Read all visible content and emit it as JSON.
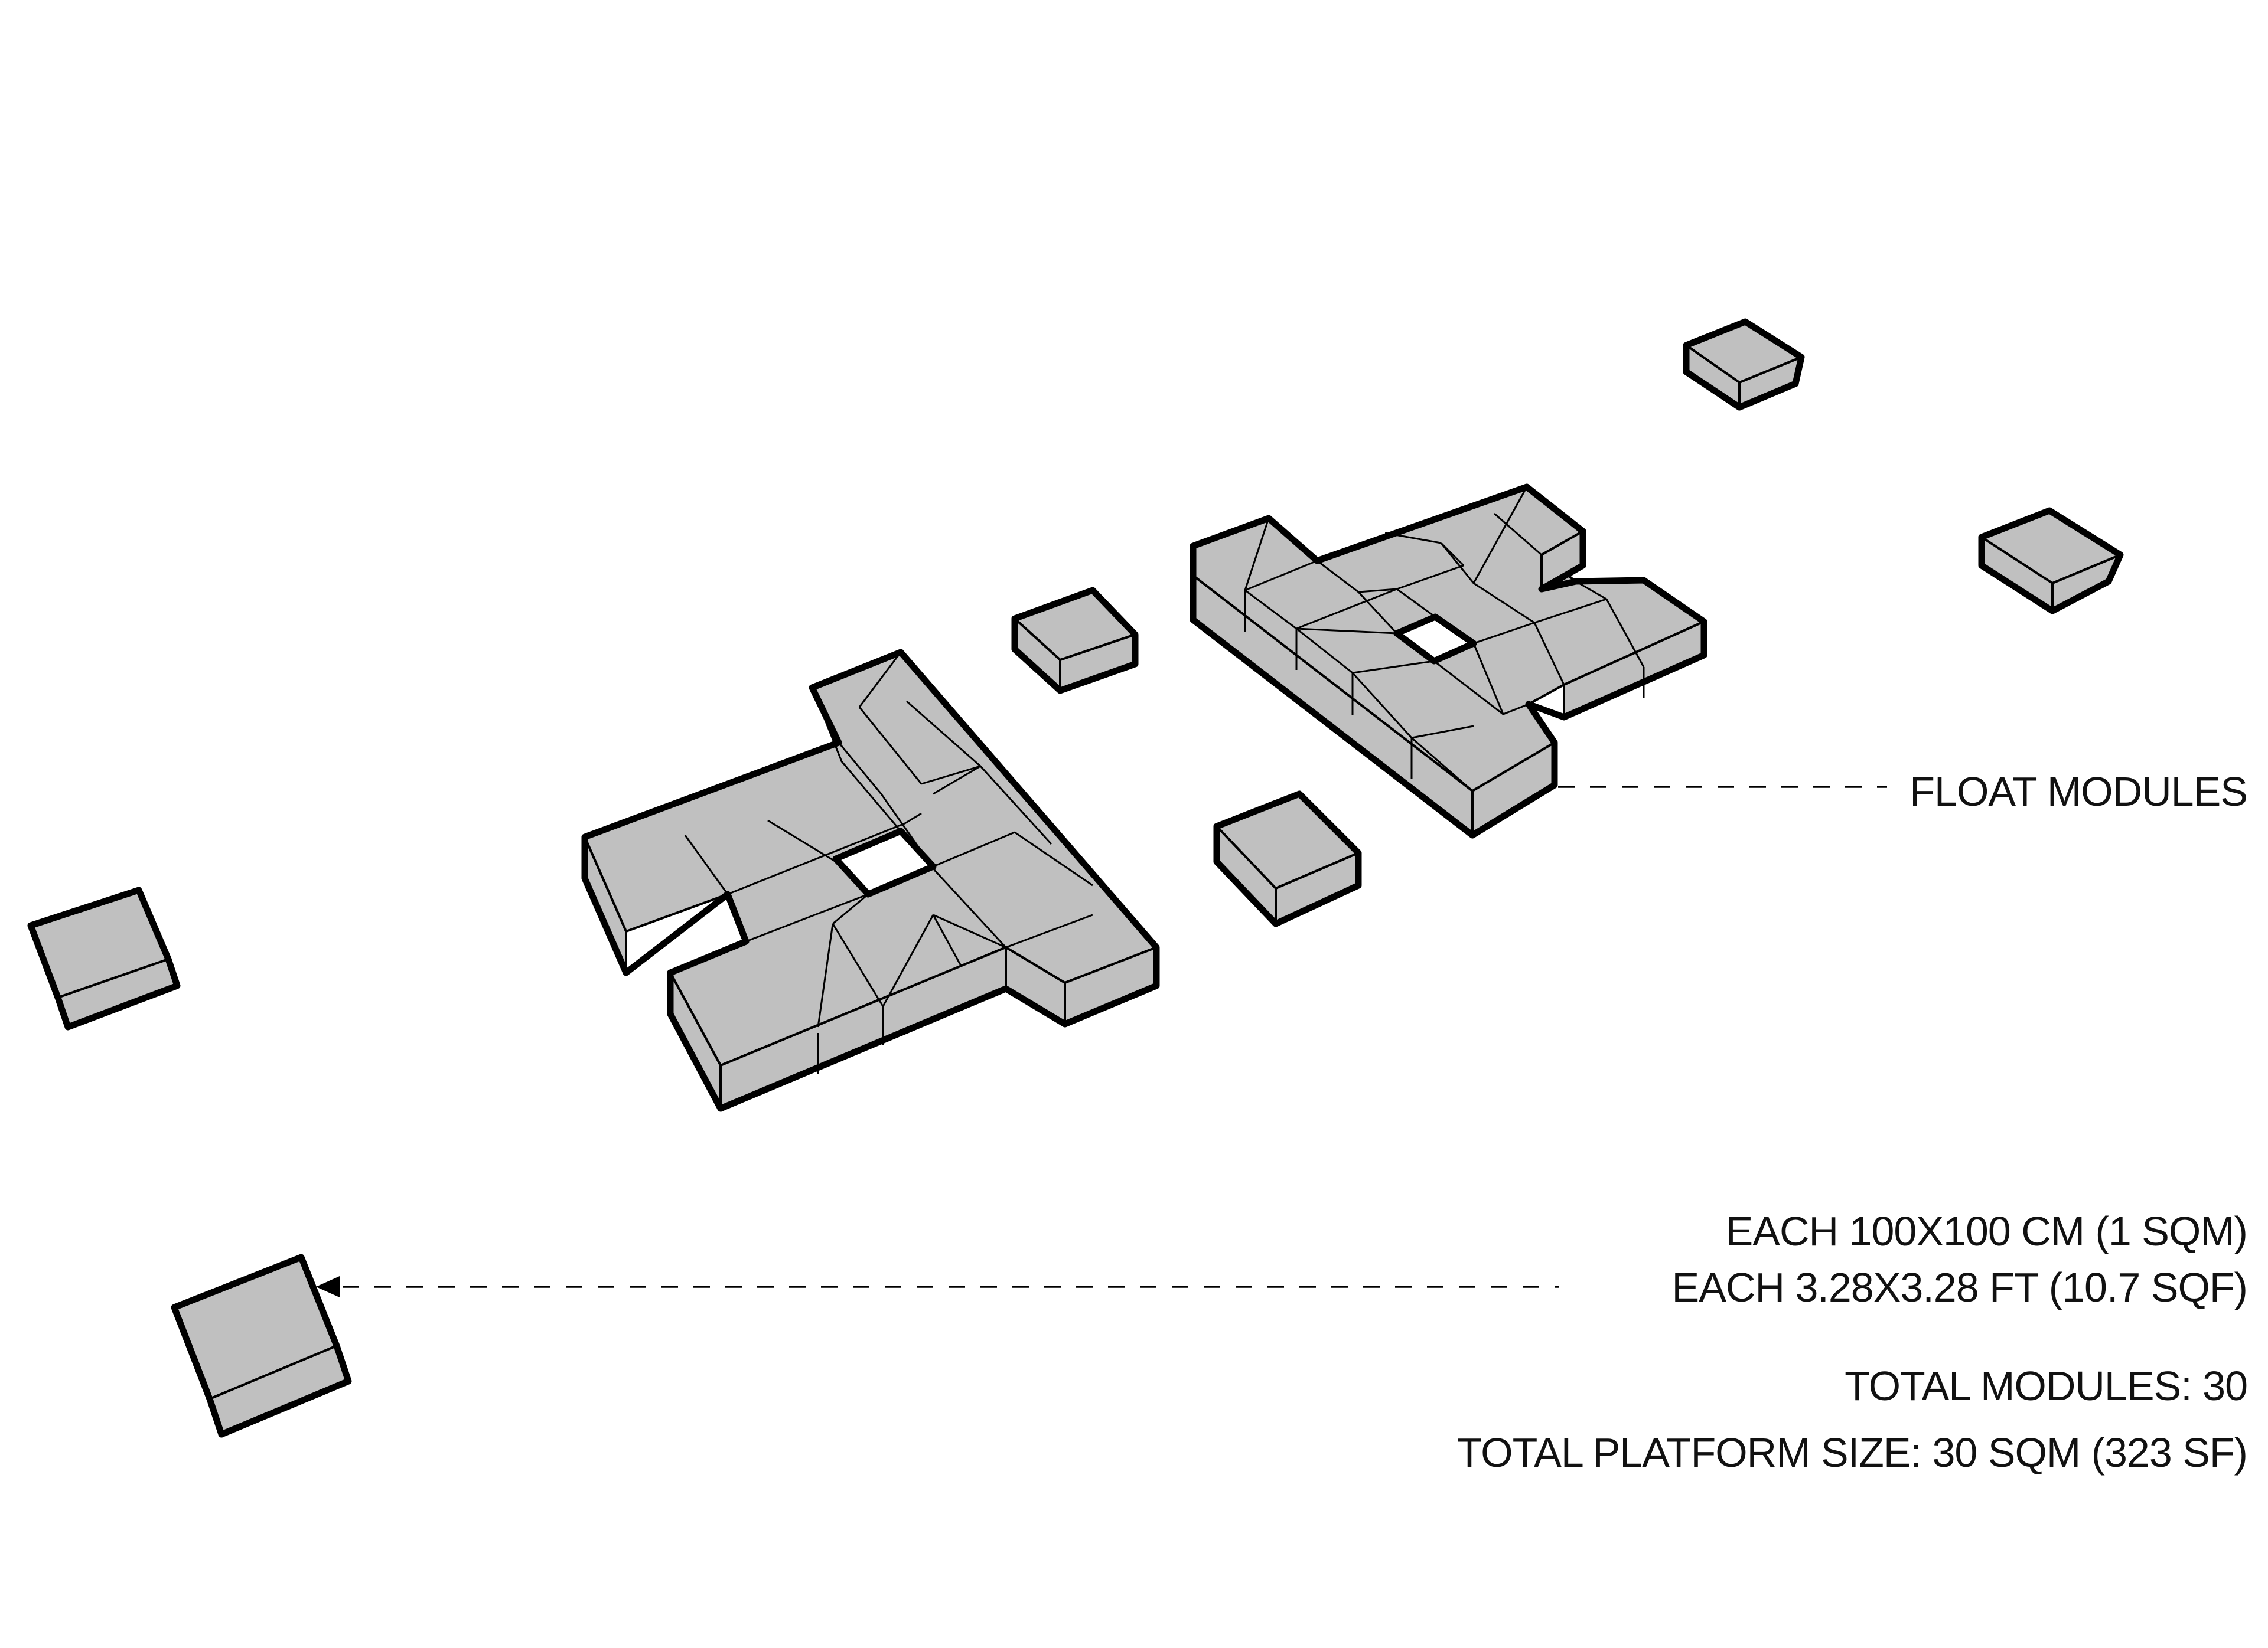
{
  "labels": {
    "float_modules": "FLOAT MODULES",
    "each_metric": "EACH  100X100 CM (1 SQM)",
    "each_imperial": "EACH  3.28X3.28 FT (10.7 SQF)",
    "total_modules": "TOTAL MODULES: 30",
    "total_platform_size": "TOTAL PLATFORM SIZE:  30 SQM (323 SF)"
  },
  "colors": {
    "module_fill": "#c0c0c0",
    "outline": "#000000",
    "text": "#111111",
    "background": "#ffffff"
  }
}
